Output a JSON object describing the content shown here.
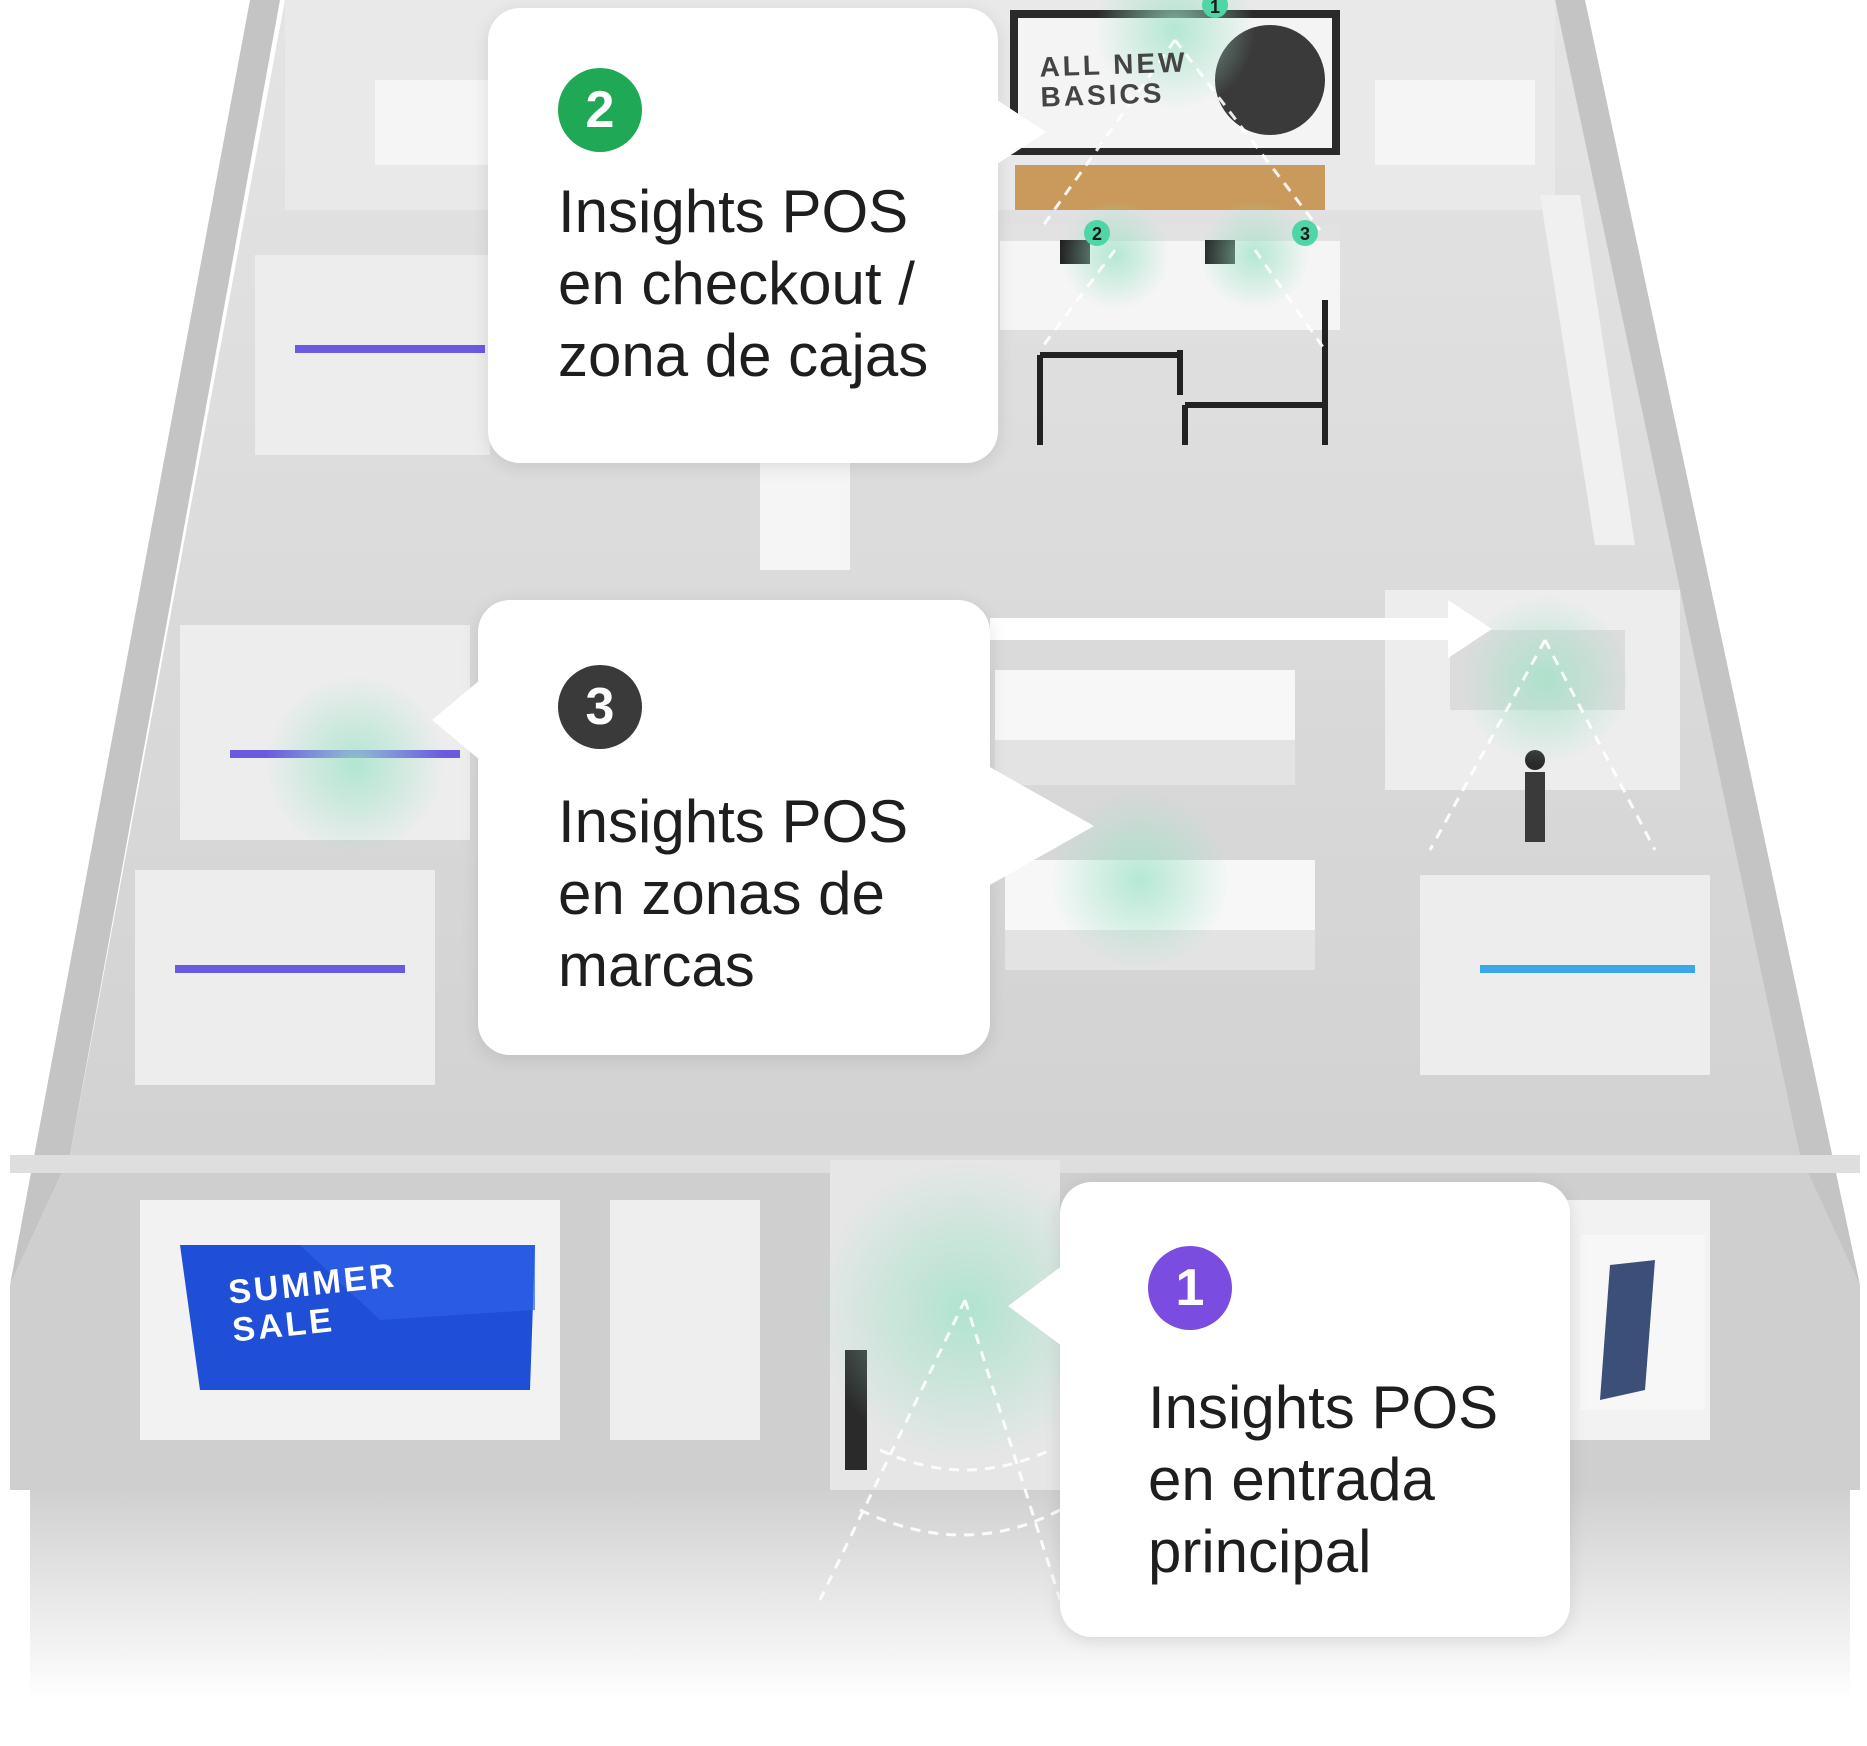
{
  "callouts": [
    {
      "id": "2",
      "badge": "2",
      "color": "#1fa855",
      "text": "Insights POS\nen checkout /\nzona de cajas"
    },
    {
      "id": "3",
      "badge": "3",
      "color": "#3a3a3a",
      "text": "Insights POS\nen zonas de\nmarcas"
    },
    {
      "id": "1",
      "badge": "1",
      "color": "#7a4de0",
      "text": "Insights POS\nen entrada\nprincipal"
    }
  ],
  "signs": {
    "basics": "ALL NEW\nBASICS",
    "summer": "SUMMER\nSALE"
  },
  "markers": [
    "1",
    "2",
    "3"
  ],
  "colors": {
    "floor": "#dcdcdc",
    "wall": "#c9c9c9",
    "sensor_glow": "#9fe3c8",
    "marker": "#4fd6a6",
    "sale_banner": "#1e4fd6"
  }
}
